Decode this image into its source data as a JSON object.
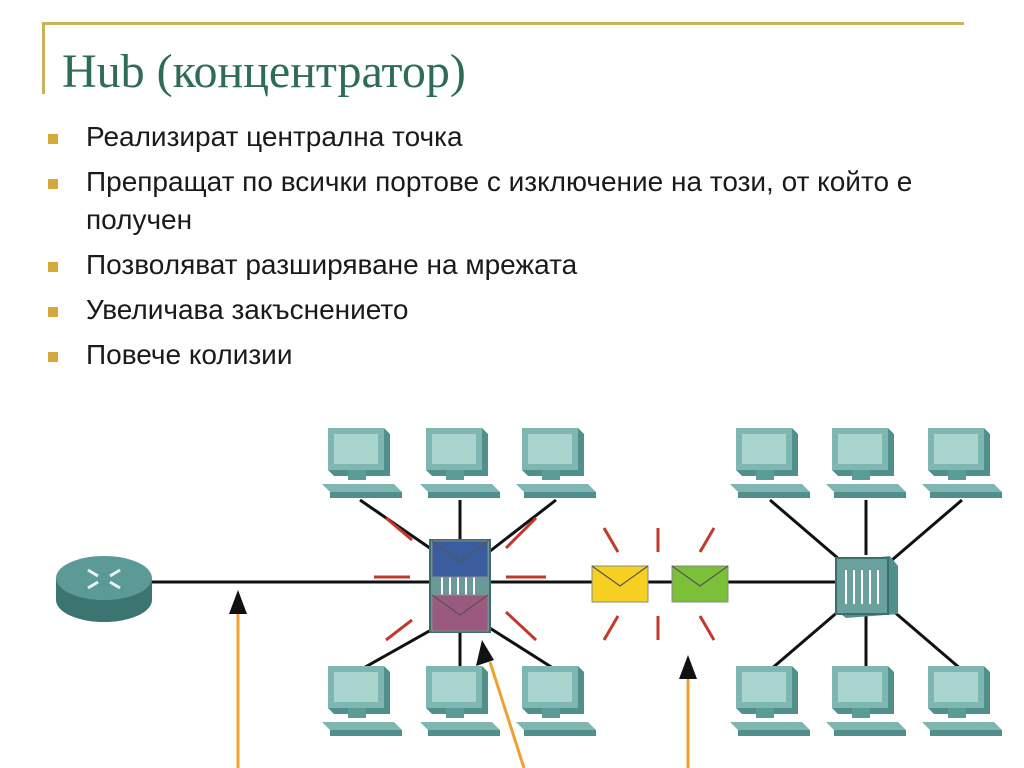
{
  "slide": {
    "title": "Hub (концентратор)",
    "bullets": [
      "Реализират централна точка",
      "Препращат по всички портове с изключение на този, от който е получен",
      "Позволяват разширяване на мрежата",
      "Увеличава закъснението",
      "Повече колизии"
    ]
  },
  "diagram": {
    "devices": [
      "router-icon",
      "hub-icon",
      "switch-icon",
      "computer-icon"
    ],
    "colors": {
      "accent": "#c8b25a",
      "title": "#2e6b59",
      "bullet": "#d6a93a",
      "collision": "#c0392b",
      "arrow": "#f0a030",
      "envelope_yellow": "#f5d020",
      "envelope_green": "#7cc03a",
      "envelope_blue": "#3a5da0",
      "envelope_purple": "#9a5a80"
    }
  }
}
